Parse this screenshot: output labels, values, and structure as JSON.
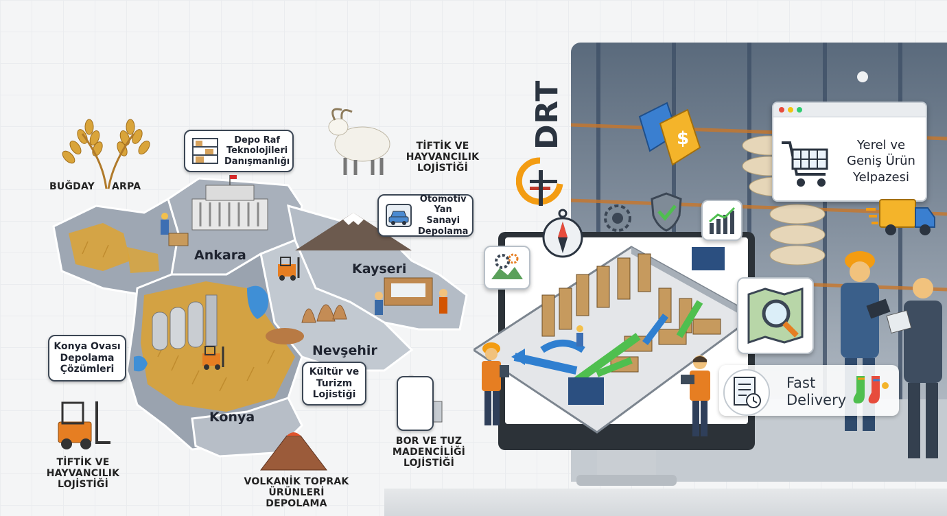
{
  "brand": {
    "name": "DRT"
  },
  "crops": {
    "wheat": "BUĞDAY",
    "barley": "ARPA"
  },
  "cities": {
    "ankara": "Ankara",
    "kayseri": "Kayseri",
    "nevsehir": "Nevşehir",
    "konya": "Konya"
  },
  "cards": {
    "depo_raf": "Depo Raf Teknolojileri Danışmanlığı",
    "otomotiv": "Otomotiv Yan Sanayi Depolama",
    "konya_ovasi": "Konya Ovası Depolama Çözümleri",
    "kultur": "Kültür ve Turizm Lojistiği"
  },
  "labels": {
    "tiftik_top": "TİFTİK VE HAYVANCILIK LOJİSTİĞİ",
    "tiftik_bottom": "TİFTİK VE HAYVANCILIK LOJİSTİĞİ",
    "volkanik": "VOLKANİK TOPRAK ÜRÜNLERİ DEPOLAMA",
    "bor_tuz": "BOR VE TUZ MADENCİLİĞİ LOJİSTİĞİ"
  },
  "panels": {
    "shop": "Yerel ve Geniş Ürün Yelpazesi",
    "fast_delivery": "Fast Delivery"
  },
  "colors": {
    "accent_orange": "#f39c12",
    "brand_dark": "#2b3440",
    "arrow_blue": "#2f7fd0",
    "arrow_green": "#4fbf4f",
    "map_gray": "#a9b1bc",
    "wheat": "#d9a43a"
  }
}
